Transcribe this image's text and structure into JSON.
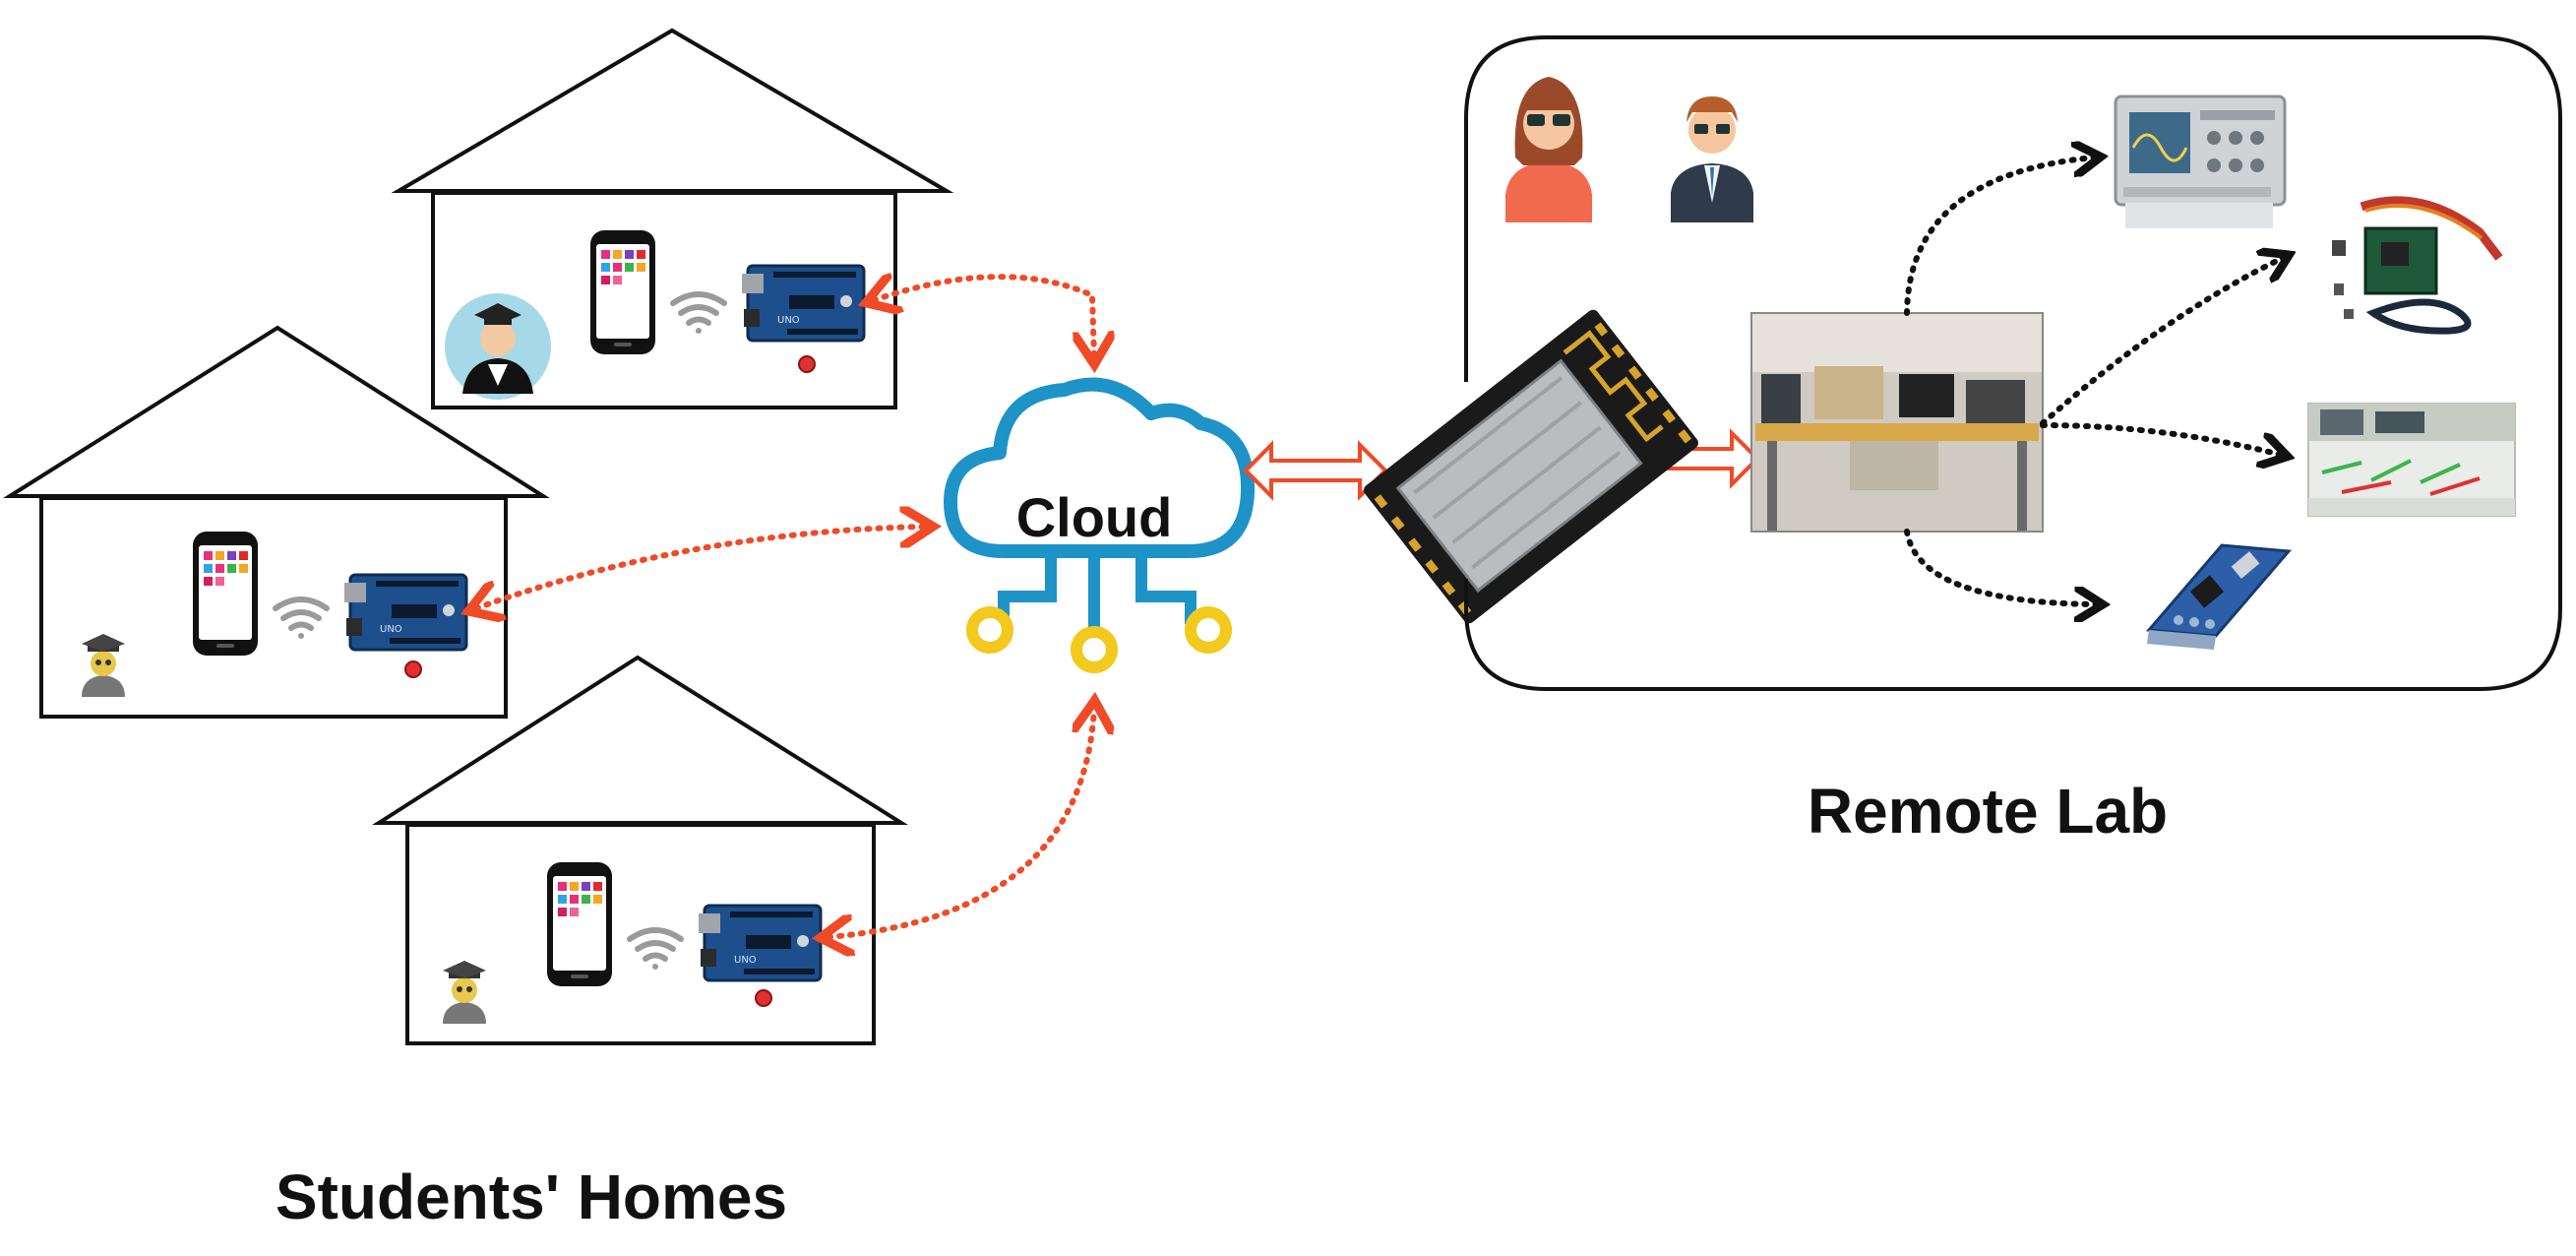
{
  "labels": {
    "cloud": "Cloud",
    "students_homes": "Students' Homes",
    "remote_lab": "Remote Lab"
  },
  "colors": {
    "link_red": "#f04a26",
    "arrow_black": "#111111",
    "cloud_blue": "#1e93c8",
    "node_yellow": "#f2c91c",
    "board_blue": "#1d4f8c"
  },
  "icons": {
    "home_user_1": "student-avatar-icon",
    "home_user_2": "student-icon",
    "home_user_3": "student-icon",
    "device": "smartphone-icon",
    "wireless": "wifi-icon",
    "board": "arduino-board-icon",
    "gateway": "wifi-module-icon",
    "lab_staff": [
      "teacher-icon",
      "technician-icon"
    ],
    "lab_photo": "lab-workbench-photo",
    "lab_equipment": [
      "oscilloscope-icon",
      "dev-kit-icon",
      "breadboard-icon",
      "fpga-board-icon"
    ]
  }
}
